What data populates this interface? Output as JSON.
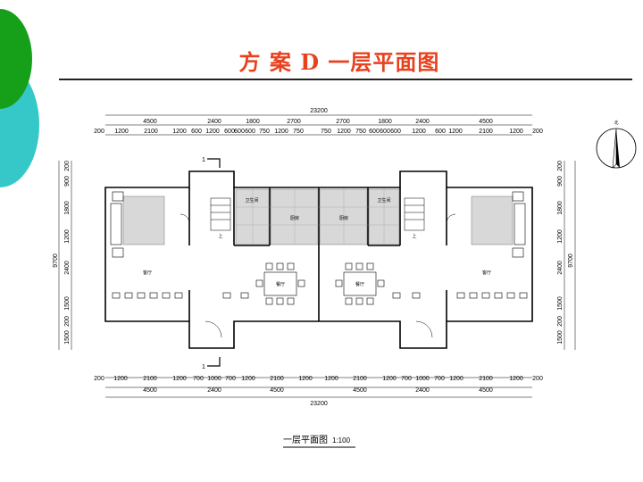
{
  "slide": {
    "title": "方 案 D   一层平面图",
    "caption": "一层平面图",
    "scale": "1:100",
    "north_label": "北",
    "section_mark": "1",
    "accent_color": "#e8411e",
    "decor_colors": [
      "#16a01a",
      "#36c8c8"
    ]
  },
  "dims": {
    "total": "23200",
    "top_row1": [
      "4500",
      "2400",
      "1800",
      "2700",
      "2700",
      "1800",
      "2400",
      "4500"
    ],
    "top_row2": [
      "200",
      "1200",
      "2100",
      "1200",
      "600",
      "1200",
      "600",
      "600",
      "600",
      "750",
      "1200",
      "750",
      "750",
      "1200",
      "750",
      "600",
      "600",
      "600",
      "1200",
      "600",
      "1200",
      "2100",
      "1200",
      "200"
    ],
    "bottom_row1": [
      "200",
      "1200",
      "2100",
      "1200",
      "700",
      "1000",
      "700",
      "1200",
      "2100",
      "1200",
      "1200",
      "2100",
      "1200",
      "700",
      "1000",
      "700",
      "1200",
      "2100",
      "1200",
      "200"
    ],
    "bottom_row2": [
      "4500",
      "2400",
      "4500",
      "4500",
      "2400",
      "4500"
    ],
    "left_outer": "9700",
    "left_inner": [
      "200",
      "900",
      "1800",
      "1200",
      "2400",
      "1500",
      "200",
      "1500"
    ],
    "right_outer": "9700",
    "right_inner": [
      "200",
      "900",
      "1800",
      "1200",
      "2400",
      "1500",
      "200",
      "1500"
    ]
  },
  "rooms": {
    "living": "客厅",
    "dining": "餐厅",
    "bath": "卫生间",
    "kitchen": "厨房",
    "stair": "上"
  }
}
